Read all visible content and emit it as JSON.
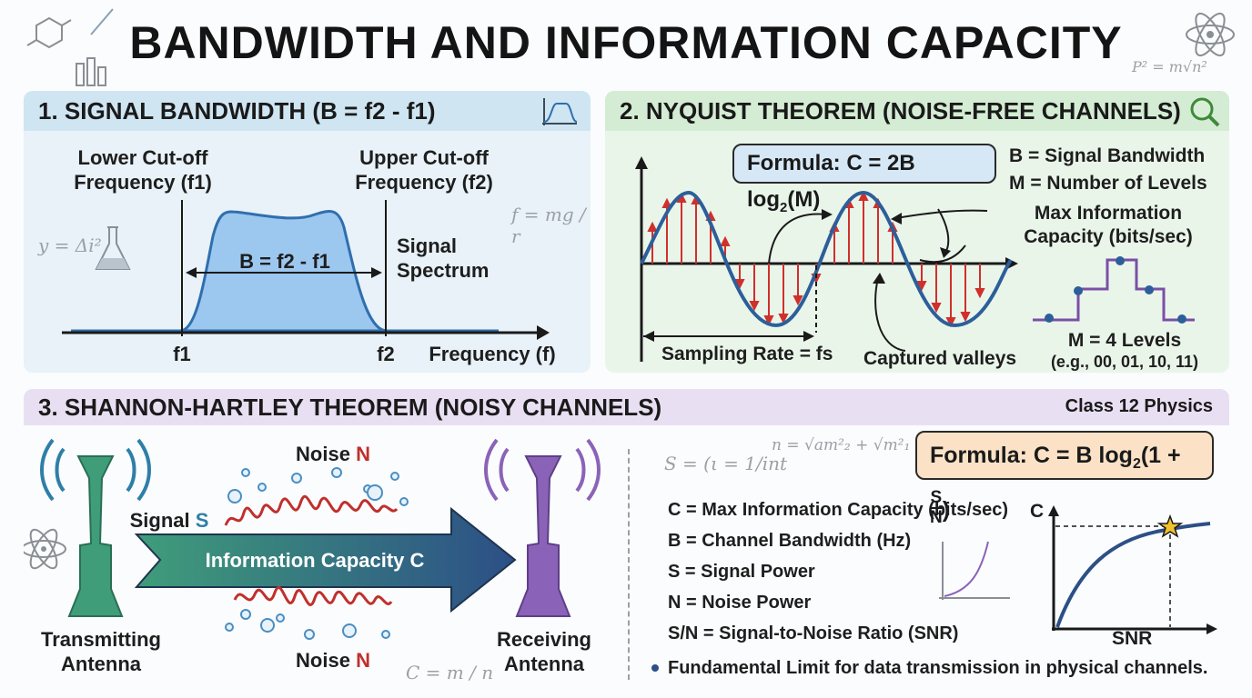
{
  "title": "BANDWIDTH AND INFORMATION CAPACITY",
  "panel1": {
    "header": "1. SIGNAL BANDWIDTH (B = f2 - f1)",
    "lower_cutoff": "Lower Cut-off Frequency (f1)",
    "upper_cutoff": "Upper Cut-off Frequency (f2)",
    "bandwidth_label": "B = f2 - f1",
    "spectrum_label": "Signal Spectrum",
    "f1": "f1",
    "f2": "f2",
    "axis_label": "Frequency (f)",
    "sketch_left": "y = Δi²",
    "sketch_right": "f = mg / r"
  },
  "panel2": {
    "header": "2. NYQUIST THEOREM (NOISE-FREE CHANNELS)",
    "formula_prefix": "Formula: C = 2B log",
    "formula_sub": "2",
    "formula_suffix": "(M)",
    "def_b": "B = Signal Bandwidth",
    "def_m": "M = Number of Levels",
    "max_info": "Max Information Capacity (bits/sec)",
    "sampling": "Sampling Rate = fs",
    "captured": "Captured valleys",
    "levels_title": "M = 4 Levels",
    "levels_example": "(e.g., 00, 01, 10, 11)"
  },
  "panel3": {
    "header": "3. SHANNON-HARTLEY THEOREM (NOISY CHANNELS)",
    "badge": "Class 12 Physics",
    "noise_top": "Noise ",
    "noise_top_n": "N",
    "noise_bottom": "Noise ",
    "noise_bottom_n": "N",
    "signal": "Signal ",
    "signal_s": "S",
    "arrow_label": "Information Capacity C",
    "tx": "Transmitting Antenna",
    "rx": "Receiving Antenna",
    "formula_prefix": "Formula: C = B log",
    "formula_sub": "2",
    "formula_open": "(1 + ",
    "formula_num": "S",
    "formula_den": "N",
    "formula_close": ")",
    "defs": [
      "C = Max Information Capacity (bits/sec)",
      "B = Channel Bandwidth (Hz)",
      "S = Signal Power",
      "N = Noise Power",
      "S/N = Signal-to-Noise Ratio (SNR)"
    ],
    "limit": "Fundamental Limit for data transmission in physical channels.",
    "graph_y": "C",
    "graph_x": "SNR",
    "sketch_a": "S = (ι = 1/int",
    "sketch_b": "n = √am²₂ + √m²₁",
    "sketch_c": "C = m / n"
  },
  "decor": {
    "top_right_formula": "P² = m√n²"
  },
  "colors": {
    "spectrum_fill": "#9cc7ef",
    "spectrum_stroke": "#2f6fae",
    "wave": "#2c5f9a",
    "sample_arrow": "#d0302b",
    "level_line": "#7b4fa6",
    "tx_antenna": "#3f9d7a",
    "rx_antenna": "#8a63b8",
    "noise_red": "#c0302c",
    "nyquist_box": "#d6e8f6",
    "shannon_box": "#fbe2c6"
  }
}
